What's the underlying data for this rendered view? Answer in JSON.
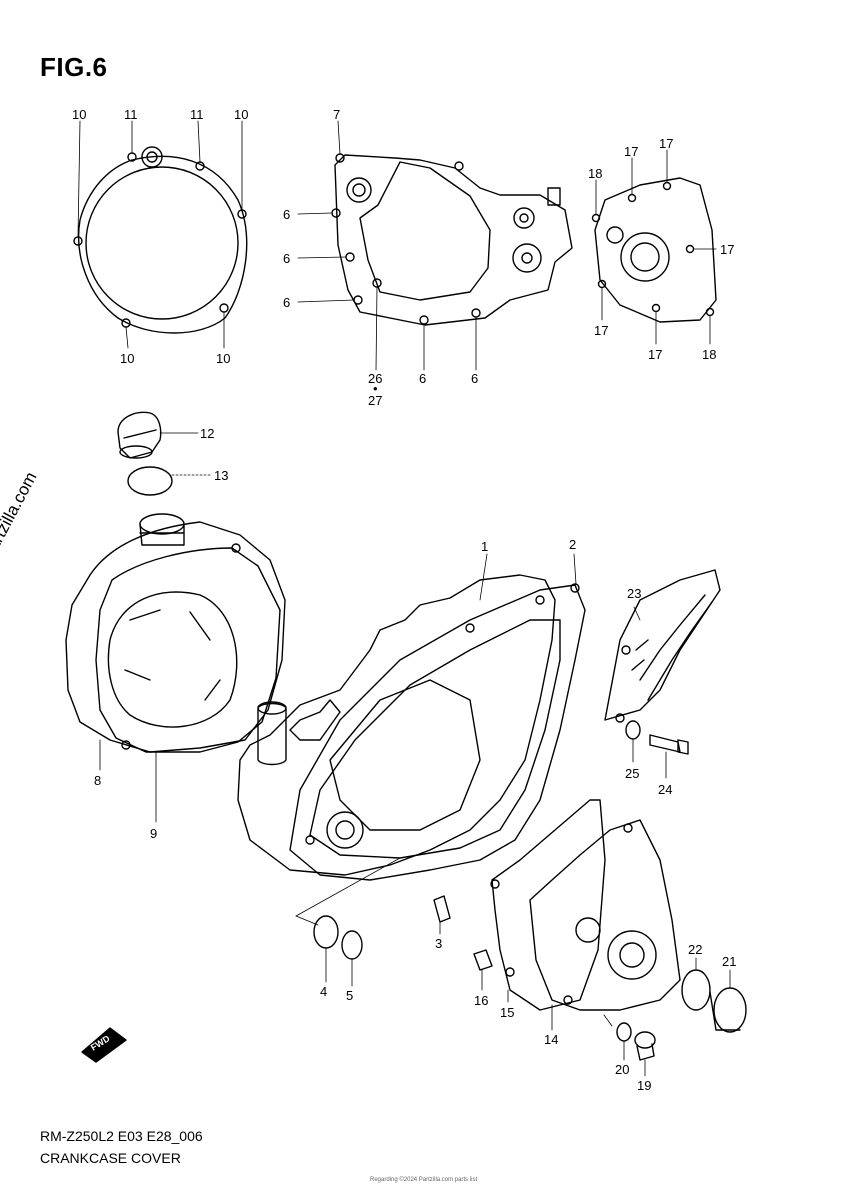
{
  "figure": {
    "title": "FIG.6"
  },
  "watermark": "© Partzilla.com",
  "caption": {
    "model_code": "RM-Z250L2 E03 E28_006",
    "name": "CRANKCASE COVER"
  },
  "fwd_label": "FWD",
  "footer_note": "Regarding ©2024 Partzilla.com parts list",
  "callouts": [
    "10",
    "11",
    "11",
    "10",
    "7",
    "6",
    "6",
    "6",
    "26",
    "•",
    "27",
    "6",
    "6",
    "10",
    "10",
    "17",
    "17",
    "18",
    "17",
    "17",
    "17",
    "18",
    "12",
    "13",
    "1",
    "2",
    "23",
    "8",
    "9",
    "25",
    "24",
    "3",
    "4",
    "5",
    "16",
    "15",
    "14",
    "22",
    "21",
    "20",
    "19"
  ]
}
